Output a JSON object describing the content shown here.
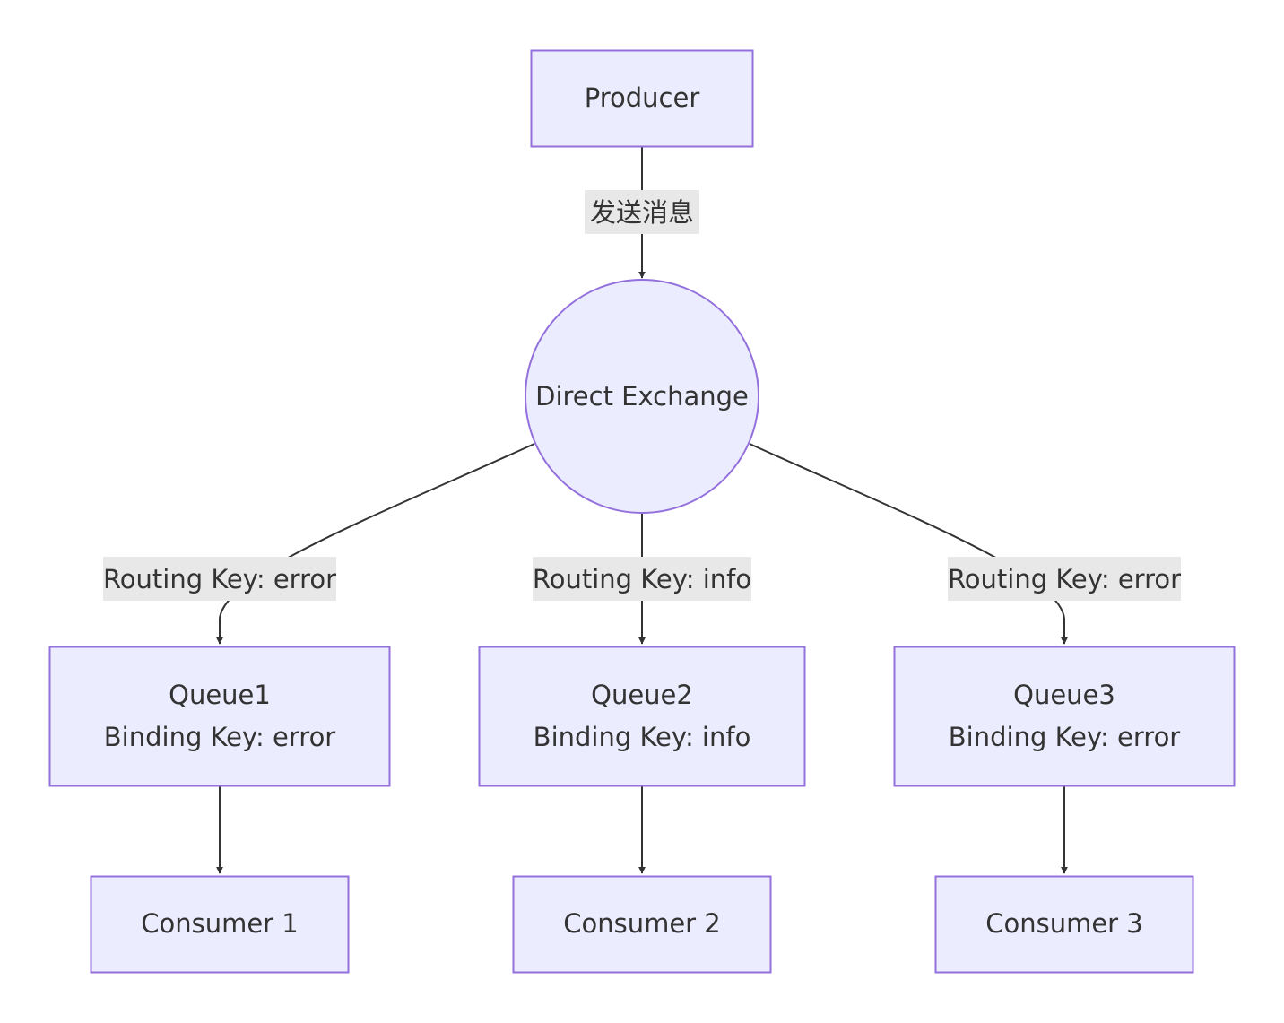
{
  "diagram": {
    "colors": {
      "node_fill": "#ECECFF",
      "node_stroke": "#9370DB",
      "edge": "#333333",
      "label_bg": "#E8E8E8",
      "text": "#333333"
    },
    "nodes": {
      "producer": {
        "label": "Producer"
      },
      "exchange": {
        "label": "Direct Exchange"
      },
      "queue1": {
        "line1": "Queue1",
        "line2": "Binding Key: error"
      },
      "queue2": {
        "line1": "Queue2",
        "line2": "Binding Key: info"
      },
      "queue3": {
        "line1": "Queue3",
        "line2": "Binding Key: error"
      },
      "consumer1": {
        "label": "Consumer 1"
      },
      "consumer2": {
        "label": "Consumer 2"
      },
      "consumer3": {
        "label": "Consumer 3"
      }
    },
    "edges": {
      "send": {
        "label": "发送消息"
      },
      "route1": {
        "label": "Routing Key: error"
      },
      "route2": {
        "label": "Routing Key: info"
      },
      "route3": {
        "label": "Routing Key: error"
      }
    }
  }
}
